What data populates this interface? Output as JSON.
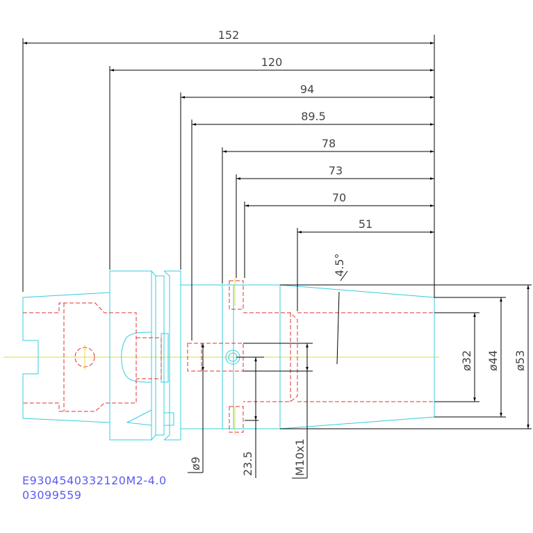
{
  "colors": {
    "outline": "#33ccdd",
    "hidden": "#e03030",
    "center": "#e8d838",
    "dimension": "#000000",
    "dimension_text": "#444444",
    "caption": "#5b5bf0"
  },
  "dimensions": {
    "d152": "152",
    "d120": "120",
    "d94": "94",
    "d89_5": "89.5",
    "d78": "78",
    "d73": "73",
    "d70": "70",
    "d51": "51",
    "angle": "4.5°",
    "dia32": "ø32",
    "dia44": "ø44",
    "dia53": "ø53",
    "dia9": "ø9",
    "d23_5": "23.5",
    "thread": "M10x1"
  },
  "caption": {
    "part_code": "E9304540332120M2-4.0",
    "number": "03099559"
  }
}
